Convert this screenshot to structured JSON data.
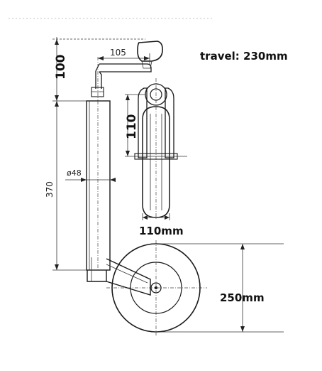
{
  "labels": {
    "travel": "travel:  230mm",
    "dim_100": "100",
    "dim_105": "105",
    "dim_110_vertical": "110",
    "dim_370": "370",
    "dim_diameter": "ø48",
    "dim_110_width": "110mm",
    "dim_250": "250mm"
  },
  "colors": {
    "ink": "#1a1a1a",
    "background": "#ffffff"
  }
}
